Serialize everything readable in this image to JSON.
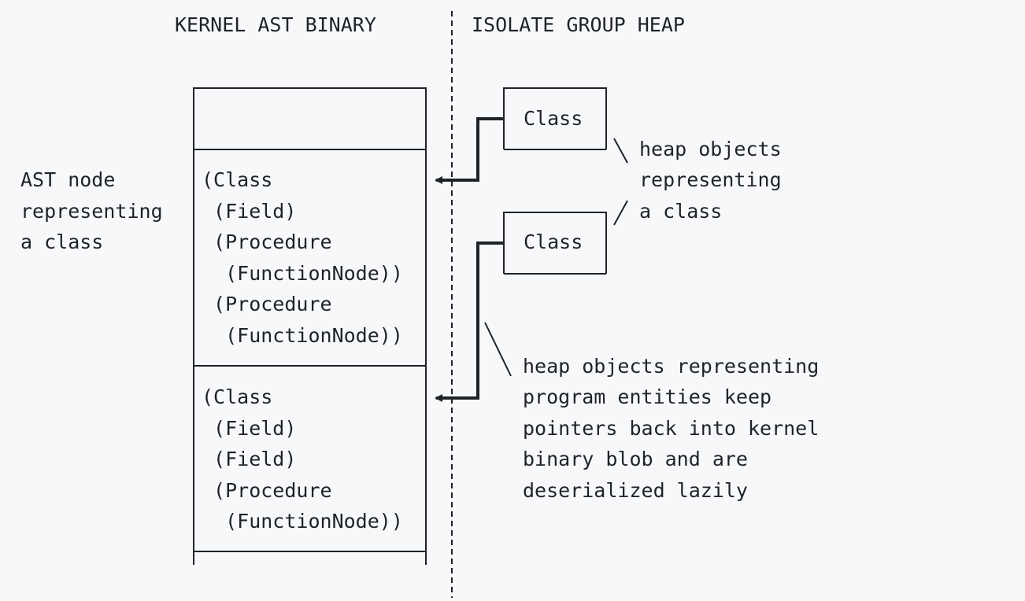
{
  "headers": {
    "left": "KERNEL AST BINARY",
    "right": "ISOLATE GROUP HEAP"
  },
  "left_annotation": [
    "AST node",
    "representing",
    "a class"
  ],
  "binary_sections": [
    {
      "lines": []
    },
    {
      "lines": [
        "(Class",
        " (Field)",
        " (Procedure",
        "  (FunctionNode))",
        " (Procedure",
        "  (FunctionNode))"
      ]
    },
    {
      "lines": [
        "(Class",
        " (Field)",
        " (Field)",
        " (Procedure",
        "  (FunctionNode))"
      ]
    }
  ],
  "heap_objects": [
    {
      "label": "Class"
    },
    {
      "label": "Class"
    }
  ],
  "annotation_top": [
    "heap objects",
    "representing",
    "a class"
  ],
  "annotation_bottom": [
    "heap objects representing",
    "program entities keep",
    "pointers back into kernel",
    "binary blob and are",
    "deserialized lazily"
  ]
}
